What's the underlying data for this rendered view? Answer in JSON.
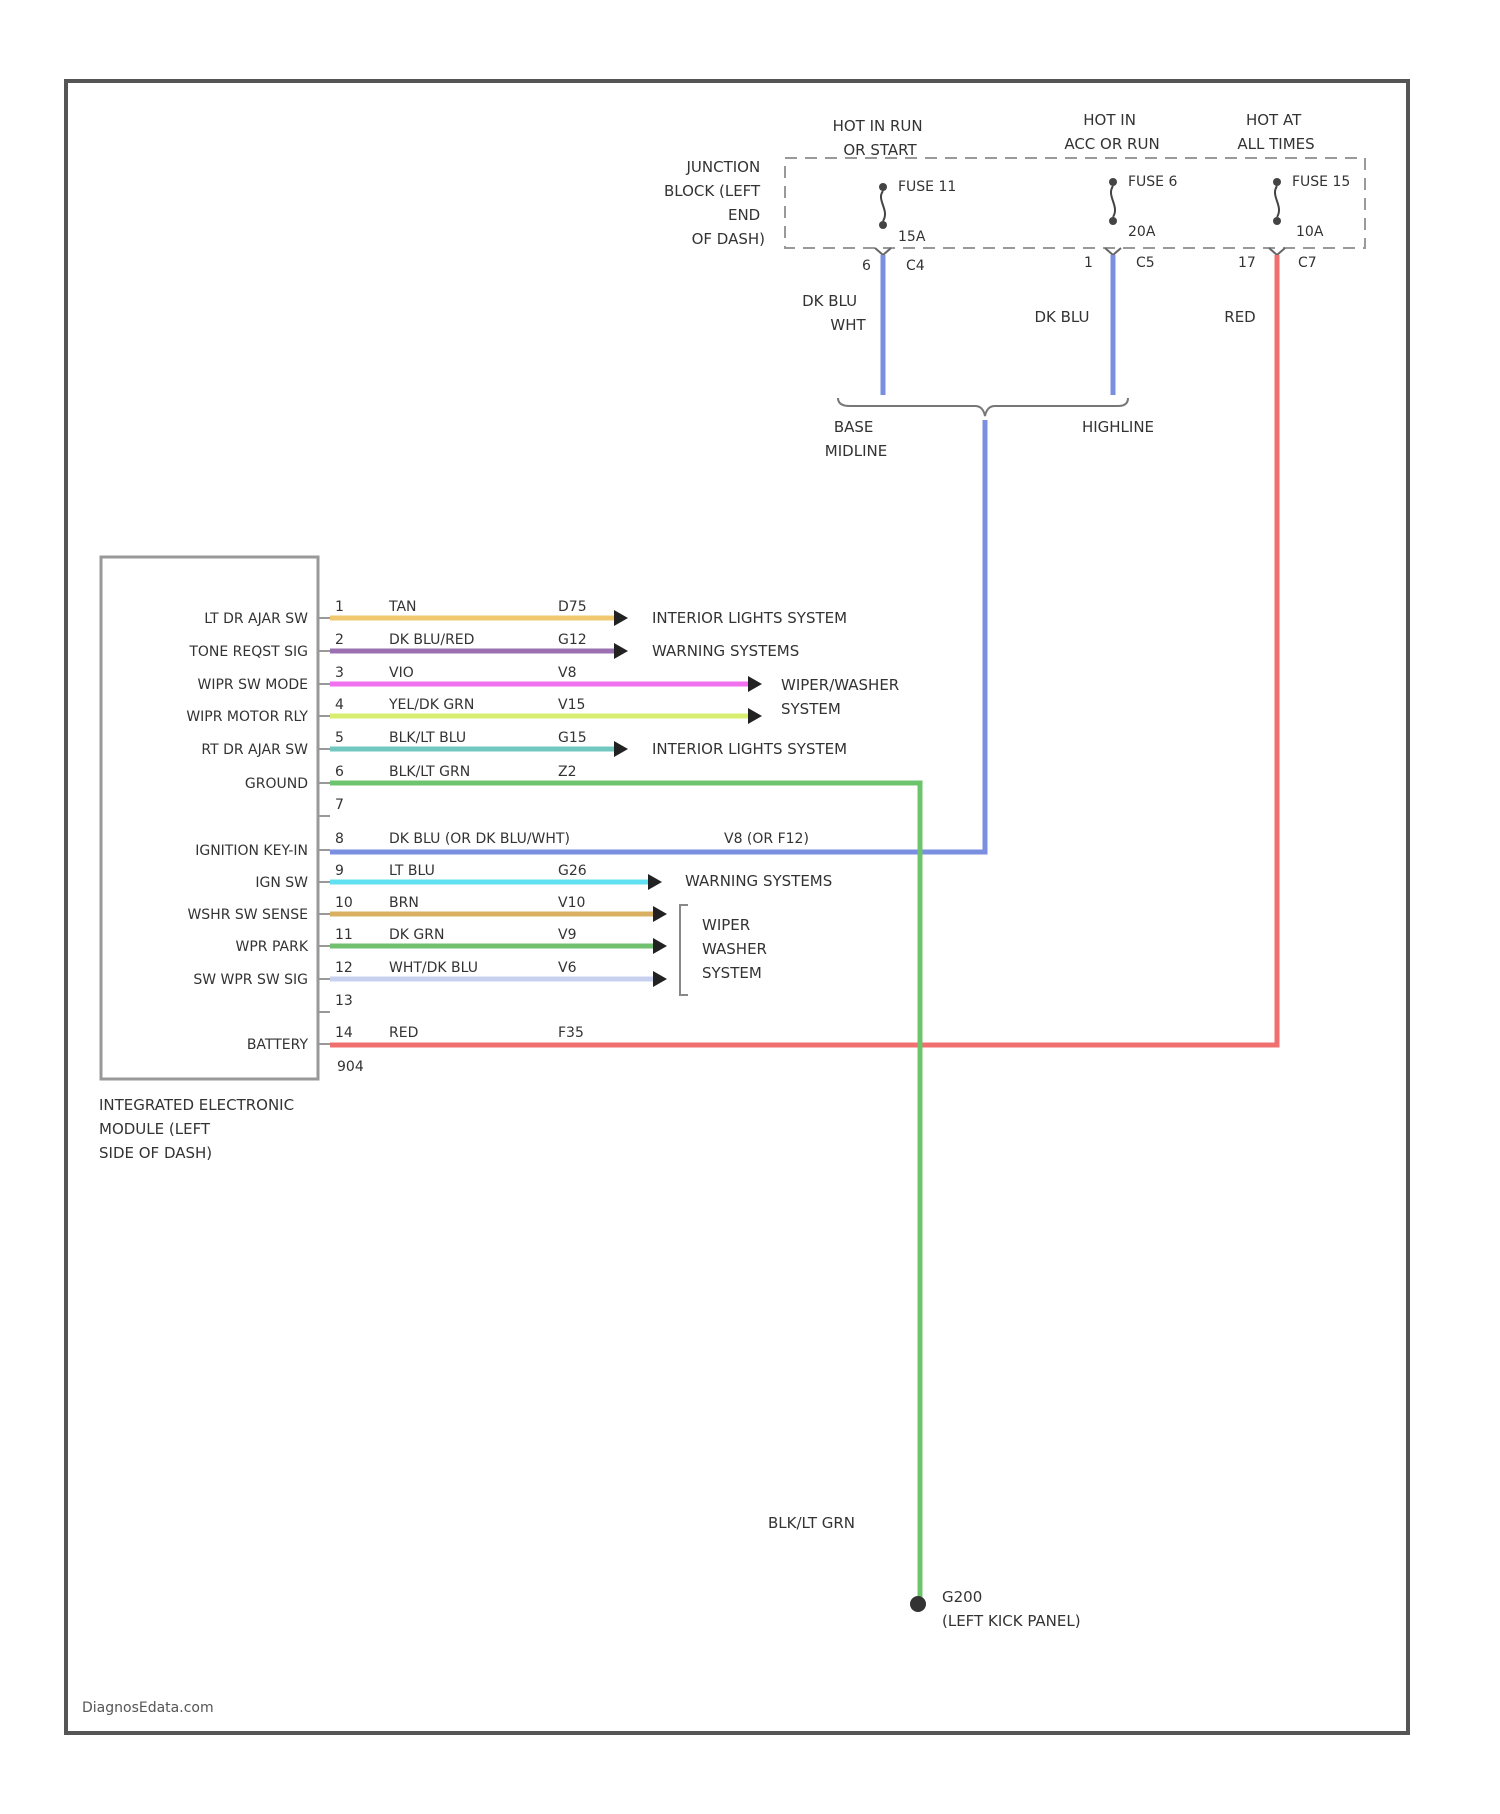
{
  "colors": {
    "border": "#555555",
    "text": "#333333",
    "wire_red": "#f07070",
    "wire_blue": "#7a8fe0",
    "wire_green": "#6cc46c",
    "wire_tan": "#f0c870",
    "wire_purple": "#9a70b0",
    "wire_magenta": "#f070f0",
    "wire_yellow_green": "#d8ee70",
    "wire_blue_green": "#70c8c0",
    "wire_light_blue": "#60e0f0",
    "wire_brown": "#d8b060",
    "wire_dark_green": "#70c070",
    "wire_white_blue": "#c8d0f0"
  },
  "junction_block": {
    "title": [
      "JUNCTION",
      "BLOCK (LEFT",
      "END",
      "OF DASH)"
    ],
    "fuses": [
      {
        "hot_label": [
          "HOT IN RUN",
          "OR START"
        ],
        "fuse_name": "FUSE 11",
        "amps": "15A",
        "pin": "6",
        "connector": "C4"
      },
      {
        "hot_label": [
          "HOT IN",
          "ACC OR RUN"
        ],
        "fuse_name": "FUSE 6",
        "amps": "20A",
        "pin": "1",
        "connector": "C5"
      },
      {
        "hot_label": [
          "HOT AT",
          "ALL TIMES"
        ],
        "fuse_name": "FUSE 15",
        "amps": "10A",
        "pin": "17",
        "connector": "C7"
      }
    ],
    "wire_colors": [
      [
        "DK BLU",
        "WHT"
      ],
      [
        "DK BLU"
      ],
      [
        "RED"
      ]
    ]
  },
  "splice": {
    "left_label": [
      "BASE",
      "MIDLINE"
    ],
    "right_label": [
      "HIGHLINE"
    ]
  },
  "module": {
    "name": [
      "INTEGRATED ELECTRONIC",
      "MODULE (LEFT",
      "SIDE OF DASH)"
    ],
    "connector": "904",
    "pins": [
      {
        "num": "1",
        "label": "LT DR AJAR SW",
        "wire": "TAN",
        "circuit": "D75",
        "dest": "INTERIOR LIGHTS SYSTEM"
      },
      {
        "num": "2",
        "label": "TONE REQST SIG",
        "wire": "DK BLU/RED",
        "circuit": "G12",
        "dest": "WARNING SYSTEMS"
      },
      {
        "num": "3",
        "label": "WIPR SW MODE",
        "wire": "VIO",
        "circuit": "V8",
        "dest": "WIPER/WASHER"
      },
      {
        "num": "4",
        "label": "WIPR MOTOR RLY",
        "wire": "YEL/DK GRN",
        "circuit": "V15",
        "dest": "SYSTEM"
      },
      {
        "num": "5",
        "label": "RT DR AJAR SW",
        "wire": "BLK/LT BLU",
        "circuit": "G15",
        "dest": "INTERIOR LIGHTS SYSTEM"
      },
      {
        "num": "6",
        "label": "GROUND",
        "wire": "BLK/LT GRN",
        "circuit": "Z2",
        "dest": ""
      },
      {
        "num": "7",
        "label": "",
        "wire": "",
        "circuit": "",
        "dest": ""
      },
      {
        "num": "8",
        "label": "IGNITION KEY-IN",
        "wire": "DK BLU (OR DK BLU/WHT)",
        "circuit": "V8 (OR F12)",
        "dest": ""
      },
      {
        "num": "9",
        "label": "IGN SW",
        "wire": "LT BLU",
        "circuit": "G26",
        "dest": "WARNING SYSTEMS"
      },
      {
        "num": "10",
        "label": "WSHR SW SENSE",
        "wire": "BRN",
        "circuit": "V10",
        "dest": "WIPER"
      },
      {
        "num": "11",
        "label": "WPR PARK",
        "wire": "DK GRN",
        "circuit": "V9",
        "dest": "WASHER"
      },
      {
        "num": "12",
        "label": "SW WPR SW SIG",
        "wire": "WHT/DK BLU",
        "circuit": "V6",
        "dest": "SYSTEM"
      },
      {
        "num": "13",
        "label": "",
        "wire": "",
        "circuit": "",
        "dest": ""
      },
      {
        "num": "14",
        "label": "BATTERY",
        "wire": "RED",
        "circuit": "F35",
        "dest": ""
      }
    ]
  },
  "ground": {
    "wire": "BLK/LT GRN",
    "label": [
      "G200",
      "(LEFT KICK PANEL)"
    ]
  },
  "watermark": "DiagnosEdata.com"
}
